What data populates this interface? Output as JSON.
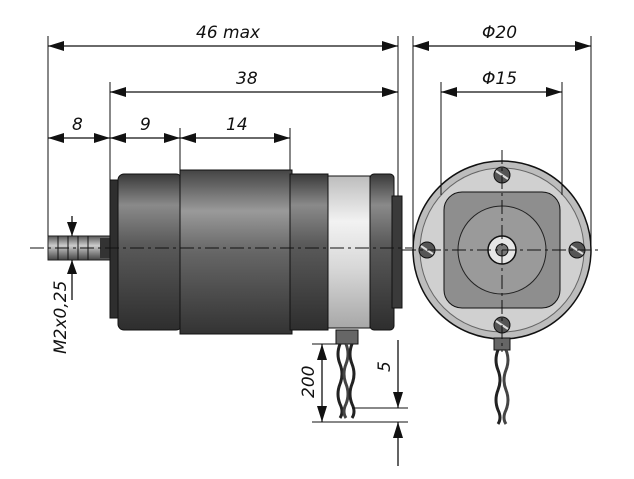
{
  "dimensions": {
    "overall_length": "46 max",
    "body_length": "38",
    "shaft_length": "8",
    "front_section": "9",
    "middle_section": "14",
    "outer_diameter": "Φ20",
    "mount_diameter": "Φ15",
    "thread": "M2x0,25",
    "lead_length": "200",
    "lead_strip": "5"
  },
  "colors": {
    "body_dark": "#4a4a4a",
    "body_mid": "#6e6e6e",
    "ring_light": "#d9d9d9",
    "face_plate": "#9a9a9a"
  }
}
